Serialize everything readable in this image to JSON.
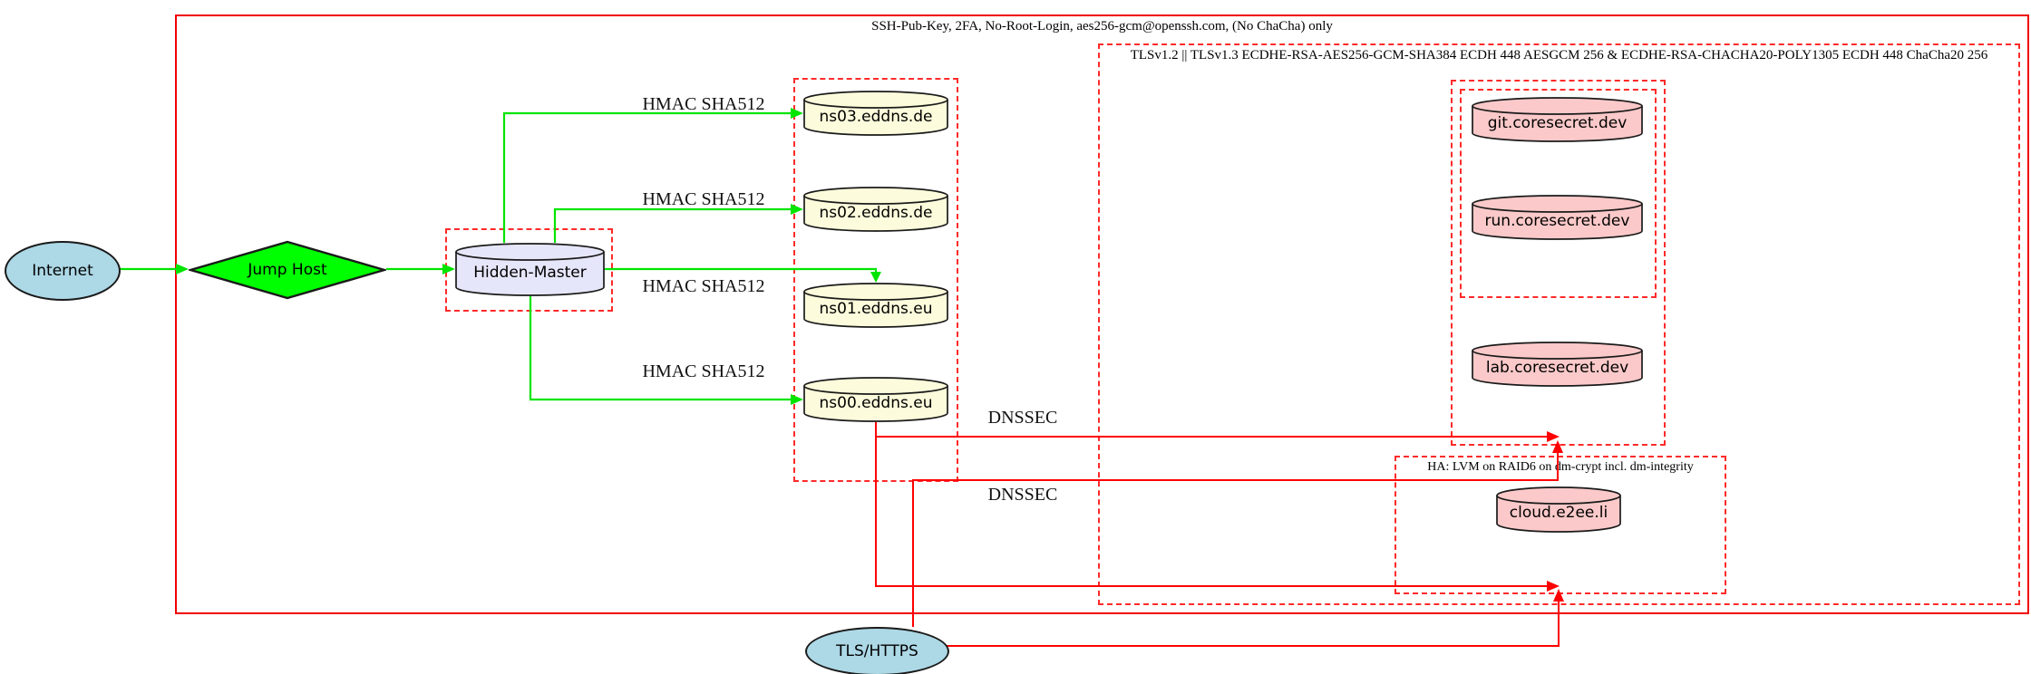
{
  "clusters": {
    "ssh": {
      "label": "SSH-Pub-Key, 2FA, No-Root-Login, aes256-gcm@openssh.com, (No ChaCha) only"
    },
    "tls": {
      "label": "TLSv1.2 || TLSv1.3 ECDHE-RSA-AES256-GCM-SHA384 ECDH 448 AESGCM 256 & ECDHE-RSA-CHACHA20-POLY1305 ECDH 448 ChaCha20 256"
    },
    "ha": {
      "label": "HA: LVM on RAID6 on dm-crypt incl. dm-integrity"
    }
  },
  "nodes": {
    "internet": {
      "label": "Internet",
      "shape": "ellipse",
      "fill": "#ADD8E6"
    },
    "jump_host": {
      "label": "Jump Host",
      "shape": "diamond",
      "fill": "#00FF00"
    },
    "hidden_master": {
      "label": "Hidden-Master",
      "shape": "cylinder",
      "fill": "#E6E6FA"
    },
    "ns03": {
      "label": "ns03.eddns.de",
      "shape": "cylinder",
      "fill": "#FCFCDC"
    },
    "ns02": {
      "label": "ns02.eddns.de",
      "shape": "cylinder",
      "fill": "#FCFCDC"
    },
    "ns01": {
      "label": "ns01.eddns.eu",
      "shape": "cylinder",
      "fill": "#FCFCDC"
    },
    "ns00": {
      "label": "ns00.eddns.eu",
      "shape": "cylinder",
      "fill": "#FCFCDC"
    },
    "git": {
      "label": "git.coresecret.dev",
      "shape": "cylinder",
      "fill": "#FBC9C9"
    },
    "run": {
      "label": "run.coresecret.dev",
      "shape": "cylinder",
      "fill": "#FBC9C9"
    },
    "lab": {
      "label": "lab.coresecret.dev",
      "shape": "cylinder",
      "fill": "#FBC9C9"
    },
    "cloud": {
      "label": "cloud.e2ee.li",
      "shape": "cylinder",
      "fill": "#FBC9C9"
    },
    "tls_https": {
      "label": "TLS/HTTPS",
      "shape": "ellipse",
      "fill": "#ADD8E6"
    }
  },
  "edge_labels": {
    "hmac": [
      "HMAC SHA512",
      "HMAC SHA512",
      "HMAC SHA512",
      "HMAC SHA512"
    ],
    "dnssec": [
      "DNSSEC",
      "DNSSEC"
    ]
  },
  "colors": {
    "edge_green": "#00FF00",
    "edge_red": "#FF0000",
    "cluster_border_red": "#FF2A2A",
    "node_border": "#1A1A1A",
    "node_lightblue": "#ADD8E6",
    "node_lavender": "#E6E6FA",
    "node_lightyellow": "#FCFCDC",
    "node_pink": "#FBC9C9"
  }
}
